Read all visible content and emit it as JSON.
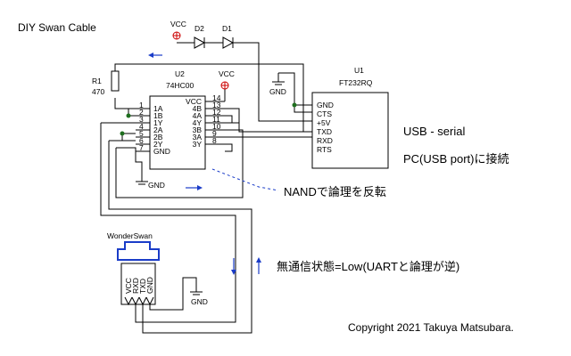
{
  "title": "DIY Swan Cable",
  "copyright": "Copyright 2021 Takuya Matsubara.",
  "annotations": {
    "usb_serial": "USB - serial",
    "pc_connect": "PC(USB port)に接続",
    "nand_invert": "NANDで論理を反転",
    "idle_state": "無通信状態=Low(UARTと論理が逆)"
  },
  "resistor": {
    "ref": "R1",
    "value": "470"
  },
  "diodes": {
    "d2": "D2",
    "d1": "D1",
    "vcc": "VCC"
  },
  "gnd_label": "GND",
  "u1": {
    "ref": "U1",
    "part": "FT232RQ",
    "pins": [
      "GND",
      "CTS",
      "+5V",
      "TXD",
      "RXD",
      "RTS"
    ]
  },
  "u2": {
    "ref": "U2",
    "part": "74HC00",
    "vcc_label": "VCC",
    "left_pins": [
      {
        "num": "1",
        "name": "1A"
      },
      {
        "num": "2",
        "name": "1B"
      },
      {
        "num": "3",
        "name": "1Y"
      },
      {
        "num": "4",
        "name": "2A"
      },
      {
        "num": "5",
        "name": "2B"
      },
      {
        "num": "6",
        "name": "2Y"
      },
      {
        "num": "7",
        "name": "GND"
      }
    ],
    "right_pins": [
      {
        "num": "14",
        "name": "VCC"
      },
      {
        "num": "13",
        "name": "4B"
      },
      {
        "num": "12",
        "name": "4A"
      },
      {
        "num": "11",
        "name": "4Y"
      },
      {
        "num": "10",
        "name": "3B"
      },
      {
        "num": "9",
        "name": "3A"
      },
      {
        "num": "8",
        "name": "3Y"
      }
    ]
  },
  "wonderswan": {
    "label": "WonderSwan",
    "pins": [
      "VCC",
      "RXD",
      "TXD",
      "GND"
    ]
  },
  "colors": {
    "wire": "#000000",
    "arrow": "#1a3cc8",
    "connector": "#1a3cc8",
    "junction": "#1e6e1e"
  }
}
